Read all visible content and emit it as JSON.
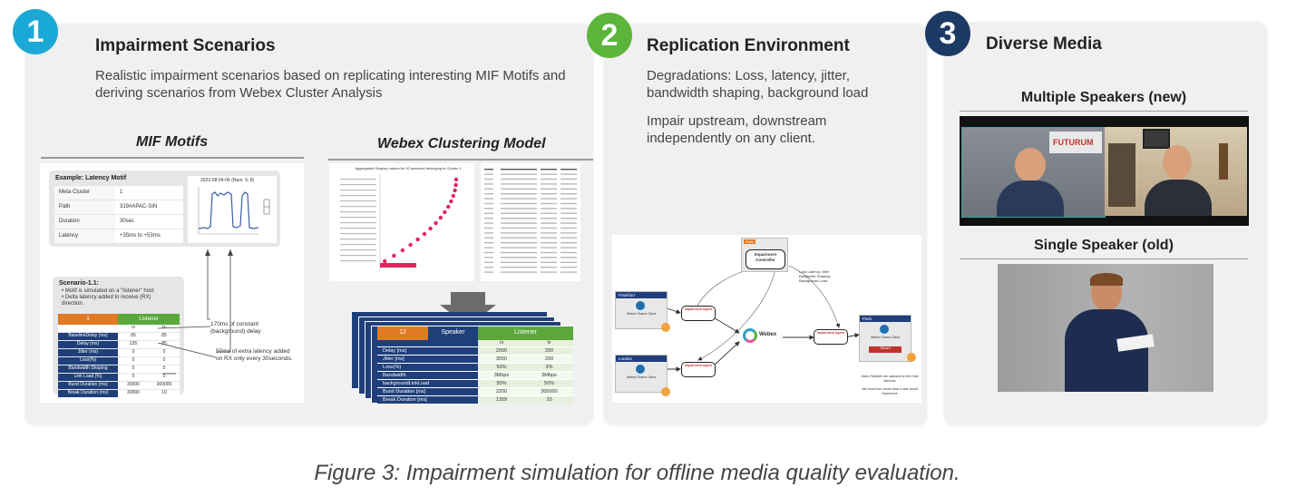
{
  "caption": "Figure 3: Impairment simulation for offline media quality evaluation.",
  "colors": {
    "badge1": "#1aa9d6",
    "badge2": "#5bb53a",
    "badge3": "#1c3a66",
    "table_orange": "#e07a23",
    "table_green": "#5aa83a",
    "table_navy": "#1f3f7a",
    "agent_red": "#c0332b"
  },
  "panel1": {
    "number": "1",
    "title": "Impairment Scenarios",
    "description": "Realistic impairment scenarios based on replicating interesting MIF Motifs and deriving scenarios from Webex Cluster Analysis",
    "mif": {
      "heading": "MIF Motifs",
      "example_title": "Example: Latency Motif",
      "rows": [
        [
          "Meta Cluster",
          "1"
        ],
        [
          "Path",
          "319#APAC-SIN"
        ],
        [
          "Duration",
          "30sec"
        ],
        [
          "Latency",
          "+35ms to +53ms"
        ]
      ],
      "plot_title": "2022-08-04-06 (Num. 5: 8)",
      "scenario_title": "Scenario-1.1:",
      "scenario_bullets": [
        "Motif is simulated on a \"listener\" host",
        "Delta latency added to receive (RX) direction."
      ],
      "table_header": [
        "1",
        "Listener"
      ],
      "table_subheader": [
        "",
        "rx",
        "tx"
      ],
      "table_rows": [
        [
          "BaselineDelay (ms)",
          "85",
          "85"
        ],
        [
          "Delay (ms)",
          "135",
          "85"
        ],
        [
          "Jitter (ms)",
          "0",
          "0"
        ],
        [
          "Loss(%)",
          "0",
          "0"
        ],
        [
          "Bandwidth Shaping",
          "0",
          "0"
        ],
        [
          "Link Load (%)",
          "0",
          "0"
        ],
        [
          "Burst Duration (ms)",
          "30000",
          "300000"
        ],
        [
          "Break Duration (ms)",
          "30000",
          "10"
        ]
      ],
      "note1": "170ms of constant (background) delay",
      "note2": "50ms of extra latency added on RX only every 30seconds."
    },
    "webex": {
      "heading": "Webex Clustering Model",
      "chart_title": "Aggregated Shapley values for 10 sessions belonging to Cluster 1",
      "front_header": [
        "12",
        "Speaker",
        "Listener"
      ],
      "front_subheader": [
        "",
        "rx",
        "tx"
      ],
      "front_rows": [
        [
          "Delay [ms]",
          "2000",
          "200"
        ],
        [
          "Jitter [ms]",
          "3000",
          "200"
        ],
        [
          "Loss(%)",
          "50%",
          "3%"
        ],
        [
          "Bandwidth",
          "3Mbps",
          "3Mbps"
        ],
        [
          "backgroundLinkLoad",
          "50%",
          "50%"
        ],
        [
          "Burst Duration [ms]",
          "2200",
          "300000"
        ],
        [
          "Break Duration [ms]",
          "1359",
          "10"
        ]
      ]
    }
  },
  "panel2": {
    "number": "2",
    "title": "Replication Environment",
    "description1": "Degradations: Loss, latency, jitter, bandwidth shaping, background load",
    "description2": "Impair upstream, downstream independently on any client.",
    "diagram": {
      "controller_city": "Paris",
      "controller": "Impairment Controller",
      "controller_note": "Loss Latency Jitter Bandwidth Shaping Background Load",
      "frankfurt": "Frankfurt",
      "london": "London",
      "paris": "Paris",
      "client": "Webex Teams Client",
      "agent": "Impairment Agent",
      "webex": "Webex",
      "record": "Record",
      "note1": "Video Samples are captured on the Host Machine",
      "note2": "We record the media what a user would experience"
    }
  },
  "panel3": {
    "number": "3",
    "title": "Diverse Media",
    "multi_title": "Multiple Speakers (new)",
    "single_title": "Single Speaker (old)",
    "brand": "FUTURUM"
  }
}
